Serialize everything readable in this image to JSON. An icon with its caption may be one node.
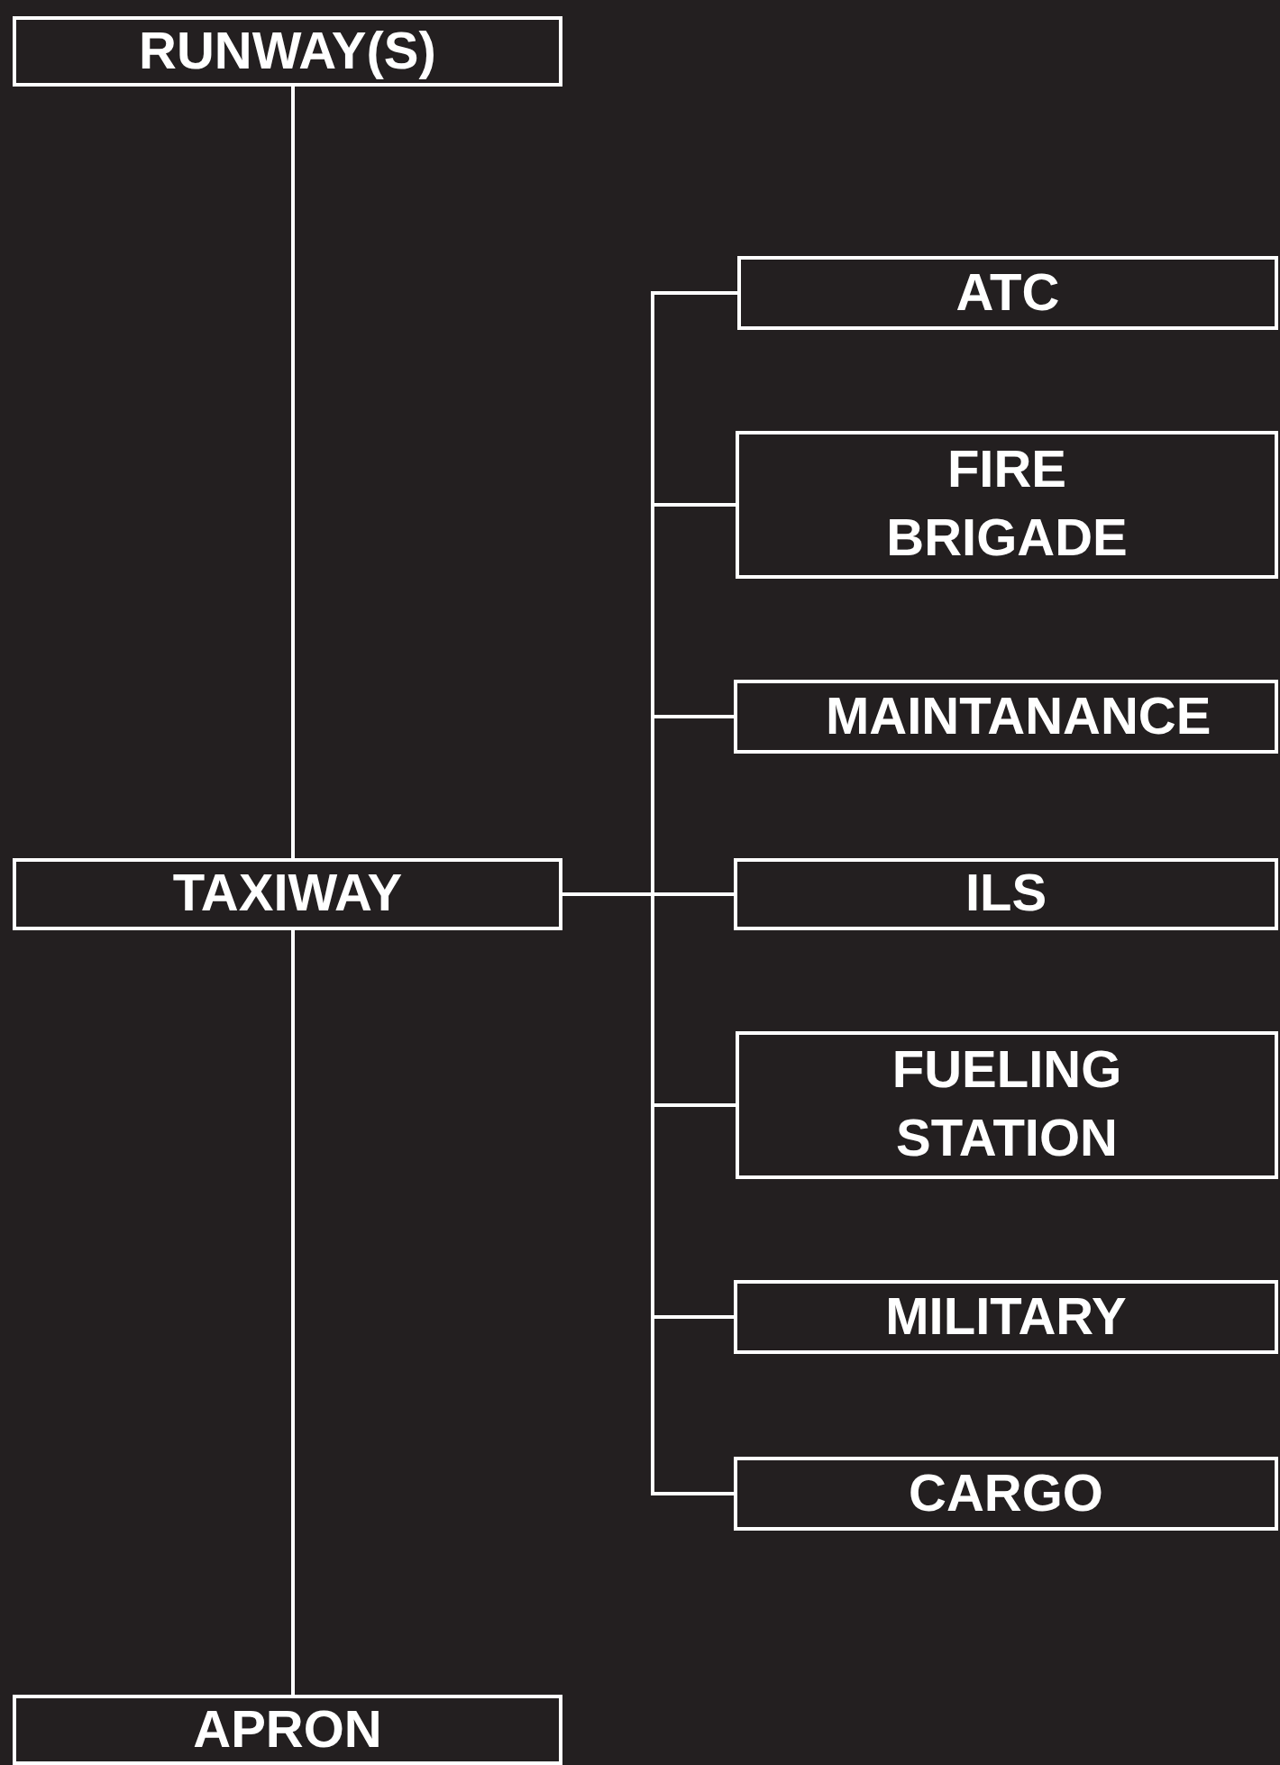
{
  "diagram": {
    "nodes": [
      {
        "text": [
          "RUNWAY(S)"
        ]
      },
      {
        "text": [
          "TAXIWAY"
        ]
      },
      {
        "text": [
          "APRON"
        ]
      },
      {
        "text": [
          "ATC"
        ]
      },
      {
        "text": [
          "FIRE BRIGADE"
        ]
      },
      {
        "text": [
          "MAINTANANCE"
        ]
      },
      {
        "text": [
          "ILS"
        ]
      },
      {
        "text": [
          "FUELING STATION"
        ]
      },
      {
        "text": [
          "MILITARY"
        ]
      },
      {
        "text": [
          "CARGO"
        ]
      }
    ],
    "edges": [
      {
        "from": 0,
        "to": 1,
        "arrow": "none"
      },
      {
        "from": 1,
        "to": 2,
        "arrow": "none"
      },
      {
        "from": 1,
        "to": 3,
        "arrow": "none"
      },
      {
        "from": 1,
        "to": 4,
        "arrow": "none"
      },
      {
        "from": 1,
        "to": 5,
        "arrow": "none"
      },
      {
        "from": 1,
        "to": 6,
        "arrow": "none"
      },
      {
        "from": 1,
        "to": 7,
        "arrow": "none"
      },
      {
        "from": 1,
        "to": 8,
        "arrow": "none"
      },
      {
        "from": 1,
        "to": 9,
        "arrow": "none"
      }
    ]
  }
}
